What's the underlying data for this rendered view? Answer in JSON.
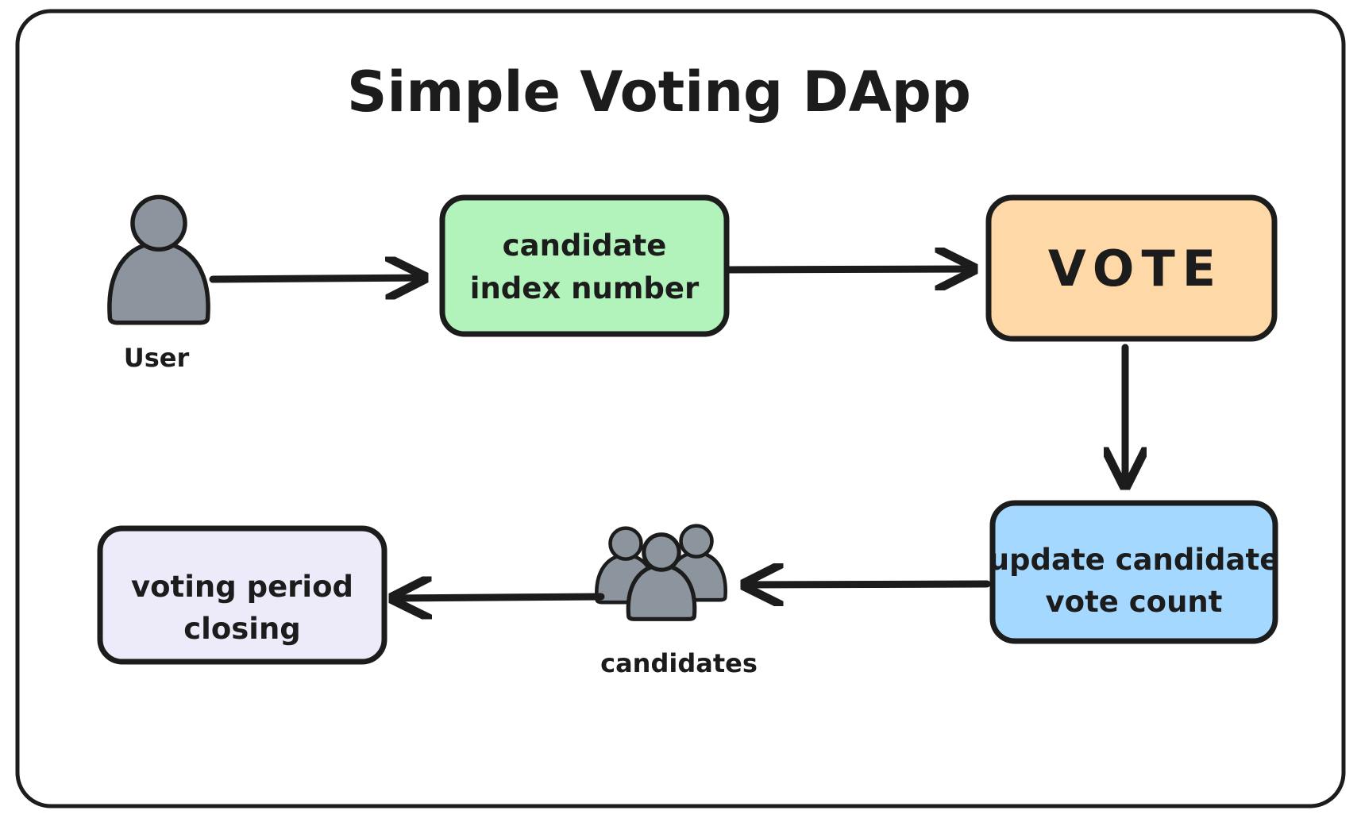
{
  "diagram": {
    "title": "Simple Voting DApp",
    "colors": {
      "stroke": "#1c1c1c",
      "text": "#1c1c1c",
      "background": "#ffffff",
      "person_fill": "#8c959d",
      "candidate_index_fill": "#b2f2bb",
      "vote_fill": "#ffd8a8",
      "update_count_fill": "#a5d8ff",
      "voting_period_fill": "#edeafa"
    },
    "nodes": {
      "user": {
        "label": "User"
      },
      "candidate_index": {
        "line1": "candidate",
        "line2": "index number"
      },
      "vote": {
        "label": "VOTE"
      },
      "update_count": {
        "line1": "update candidate",
        "line2": "vote count"
      },
      "candidates": {
        "label": "candidates"
      },
      "voting_period": {
        "line1": "voting period",
        "line2": "closing"
      }
    },
    "edges": [
      {
        "from": "user",
        "to": "candidate_index"
      },
      {
        "from": "candidate_index",
        "to": "vote"
      },
      {
        "from": "vote",
        "to": "update_count"
      },
      {
        "from": "update_count",
        "to": "candidates"
      },
      {
        "from": "candidates",
        "to": "voting_period"
      }
    ]
  }
}
